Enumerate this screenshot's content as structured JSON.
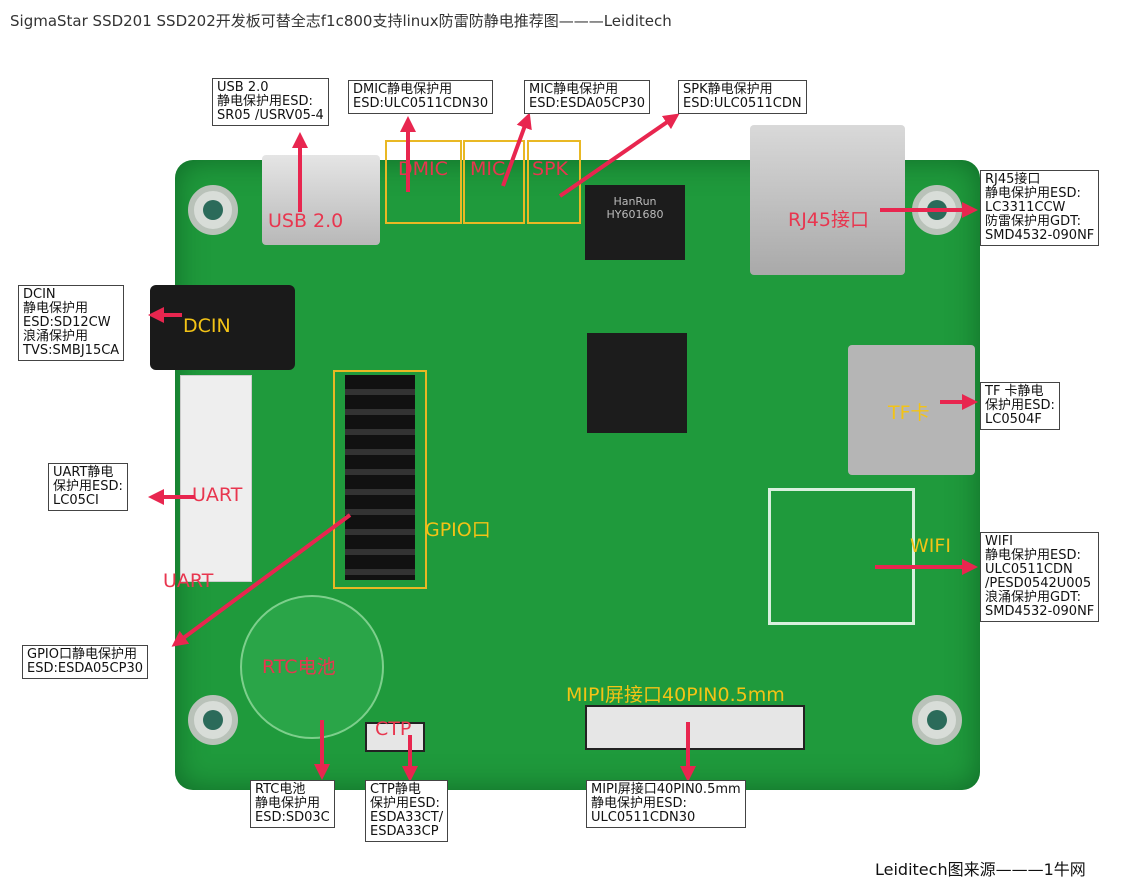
{
  "title": "SigmaStar SSD201 SSD202开发板可替全志f1c800支持linux防雷防静电推荐图———Leiditech",
  "board_labels": {
    "usb": "USB 2.0",
    "dmic": "DMIC",
    "mic": "MIC",
    "spk": "SPK",
    "rj45": "RJ45接口",
    "dcin": "DCIN",
    "tf": "TF卡",
    "uart1": "UART",
    "uart2": "UART",
    "gpio": "GPIO口",
    "wifi": "WIFI",
    "rtc": "RTC电池",
    "ctp": "CTP",
    "mipi": "MIPI屏接口40PIN0.5mm",
    "chip_marking": "HanRun HY601680"
  },
  "callouts": {
    "usb": [
      "USB 2.0",
      "静电保护用ESD:",
      "SR05 /USRV05-4"
    ],
    "dmic": [
      "DMIC静电保护用",
      "ESD:ULC0511CDN30"
    ],
    "mic": [
      "MIC静电保护用",
      "ESD:ESDA05CP30"
    ],
    "spk": [
      "SPK静电保护用",
      "ESD:ULC0511CDN"
    ],
    "rj45": [
      "RJ45接口",
      "静电保护用ESD:",
      "LC3311CCW",
      "防雷保护用GDT:",
      "SMD4532-090NF"
    ],
    "dcin": [
      "DCIN",
      "静电保护用",
      "ESD:SD12CW",
      "浪涌保护用",
      "TVS:SMBJ15CA"
    ],
    "tf": [
      "TF 卡静电",
      "保护用ESD:",
      "LC0504F"
    ],
    "uart": [
      "UART静电",
      "保护用ESD:",
      "LC05CI"
    ],
    "wifi": [
      "WIFI",
      "静电保护用ESD:",
      "ULC0511CDN",
      "/PESD0542U005",
      "浪涌保护用GDT:",
      "SMD4532-090NF"
    ],
    "gpio": [
      "GPIO口静电保护用",
      "ESD:ESDA05CP30"
    ],
    "rtc": [
      "RTC电池",
      "静电保护用",
      "ESD:SD03C"
    ],
    "ctp": [
      "CTP静电",
      "保护用ESD:",
      "ESDA33CT/",
      "ESDA33CP"
    ],
    "mipi": [
      "MIPI屏接口40PIN0.5mm",
      "静电保护用ESD:",
      "ULC0511CDN30"
    ]
  },
  "footer": "Leiditech图来源———1牛网",
  "colors": {
    "arrow": "#e8264f",
    "board": "#1f9a3c",
    "highlight": "#e9b824"
  }
}
